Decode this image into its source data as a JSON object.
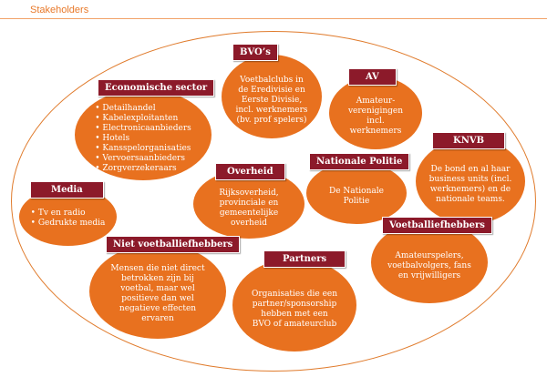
{
  "title": "Stakeholders",
  "colors": {
    "ellipse": "#e8711f",
    "tag": "#8c1a2a",
    "frame": "#e07b2c"
  },
  "stakeholders": {
    "bvo": {
      "name": "BVO’s",
      "desc": "Voetbalclubs in de Eredivisie en Eerste Divisie, incl. werknemers (bv. prof spelers)"
    },
    "economische_sector": {
      "name": "Economische sector",
      "items": [
        "Detailhandel",
        "Kabelexploitanten",
        "Electronicaanbieders",
        "Hotels",
        "Kansspelorganisaties",
        "Vervoersaanbieders",
        "Zorgverzekeraars"
      ]
    },
    "av": {
      "name": "AV",
      "desc": "Amateur-verenigingen incl. werknemers"
    },
    "knvb": {
      "name": "KNVB",
      "desc": "De bond en al haar business units (incl. werknemers) en de nationale teams."
    },
    "nationale_politie": {
      "name": "Nationale Politie",
      "desc": "De Nationale Politie"
    },
    "overheid": {
      "name": "Overheid",
      "desc": "Rijksoverheid, provinciale en gemeentelijke overheid"
    },
    "media": {
      "name": "Media",
      "items": [
        "Tv en radio",
        "Gedrukte media"
      ]
    },
    "voetballiefhebbers": {
      "name": "Voetballiefhebbers",
      "desc": "Amateurspelers, voetbalvolgers, fans en vrijwilligers"
    },
    "niet_voetballiefhebbers": {
      "name": "Niet voetballiefhebbers",
      "desc": "Mensen die niet direct betrokken zijn bij voetbal, maar wel positieve dan wel negatieve effecten ervaren"
    },
    "partners": {
      "name": "Partners",
      "desc": "Organisaties die een partner/sponsorship hebben met een BVO of amateurclub"
    }
  }
}
